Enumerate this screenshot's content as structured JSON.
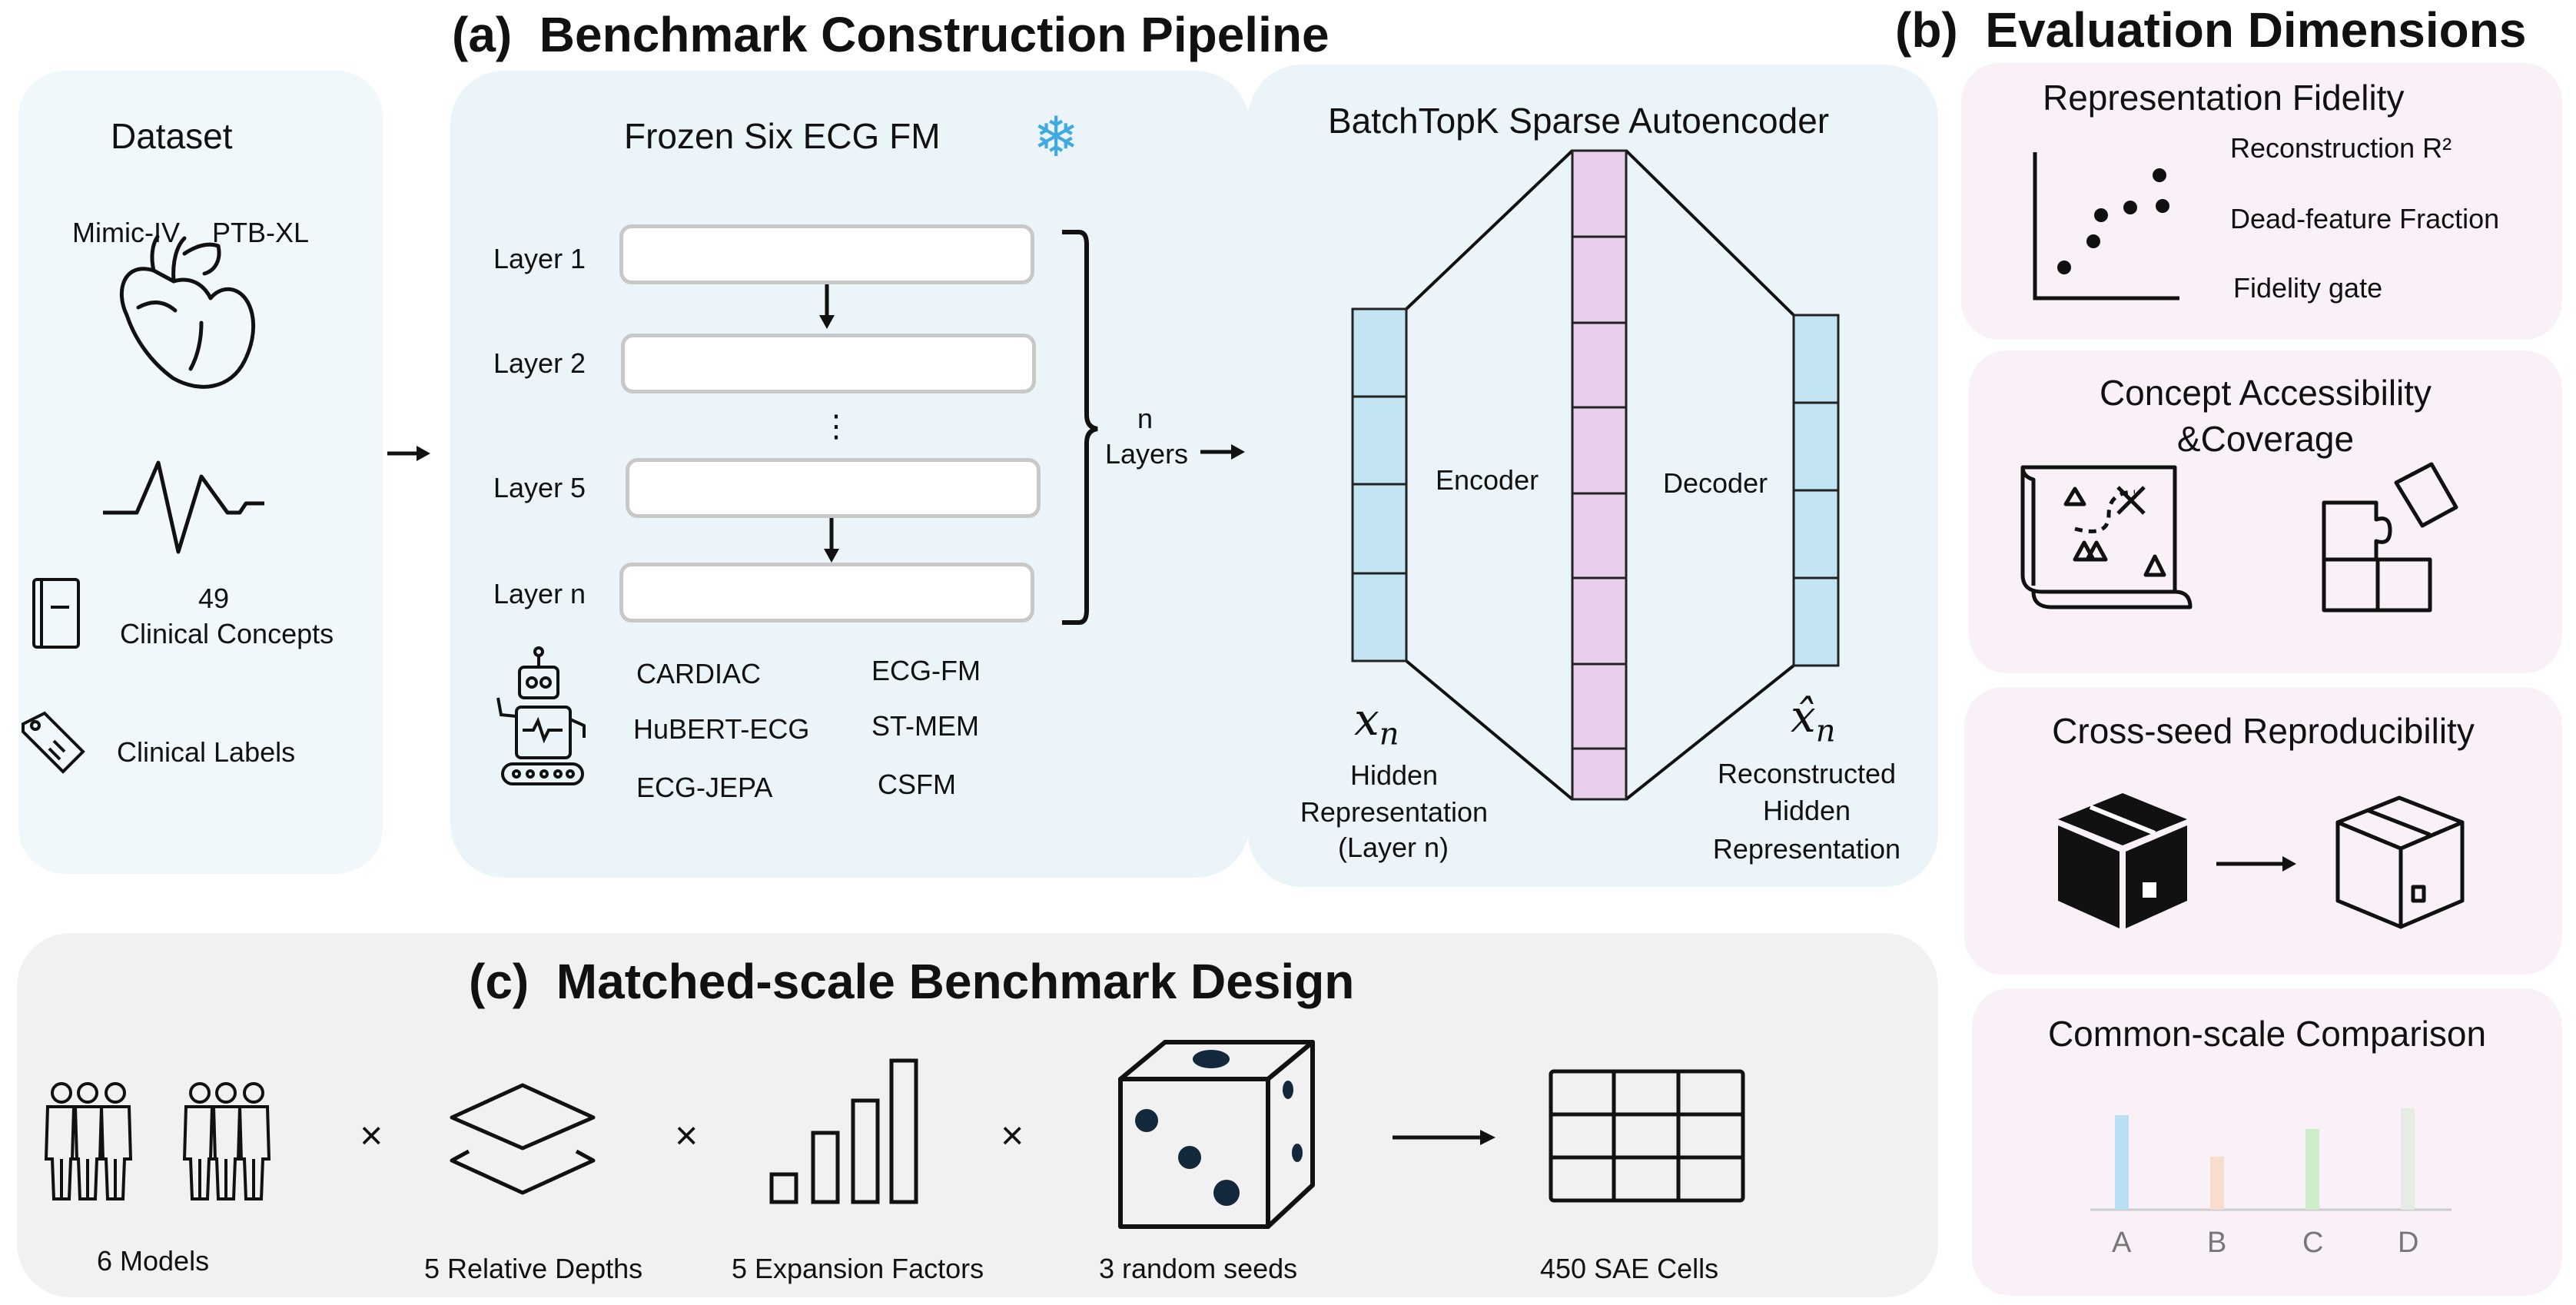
{
  "section_a": {
    "title": "(a)  Benchmark Construction Pipeline",
    "dataset": {
      "title": "Dataset",
      "sources": [
        "Mimic-IV",
        "PTB-XL"
      ],
      "concepts_count": "49",
      "concepts_label": "Clinical Concepts",
      "labels": "Clinical Labels"
    },
    "fm": {
      "title": "Frozen Six ECG FM",
      "layers": [
        "Layer 1",
        "Layer 2",
        "Layer 5",
        "Layer n"
      ],
      "ellipsis": "⋮",
      "n_layers_line1": "n",
      "n_layers_line2": "Layers",
      "models": [
        "CARDIAC",
        "ECG-FM",
        "HuBERT-ECG",
        "ST-MEM",
        "ECG-JEPA",
        "CSFM"
      ]
    },
    "sae": {
      "title": "BatchTopK Sparse Autoencoder",
      "encoder": "Encoder",
      "decoder": "Decoder",
      "input_symbol": "x",
      "input_sub": "n",
      "input_label": [
        "Hidden",
        "Representation",
        "(Layer n)"
      ],
      "output_symbol": "x̂",
      "output_sub": "n",
      "output_label": [
        "Reconstructed",
        "Hidden",
        "Representation"
      ]
    }
  },
  "section_b": {
    "title": "(b)  Evaluation Dimensions",
    "fidelity": {
      "title": "Representation Fidelity",
      "items": [
        "Reconstruction R²",
        "Dead-feature Fraction",
        "Fidelity gate"
      ]
    },
    "concept": {
      "title_line1": "Concept Accessibility",
      "title_line2": "&Coverage"
    },
    "reproducibility": {
      "title": "Cross-seed Reproducibility"
    },
    "comparison": {
      "title": "Common-scale Comparison",
      "bars": [
        {
          "label": "A",
          "value": 0.82,
          "color": "#b9dff5"
        },
        {
          "label": "B",
          "value": 0.46,
          "color": "#f8dccc"
        },
        {
          "label": "C",
          "value": 0.7,
          "color": "#cdeec8"
        },
        {
          "label": "D",
          "value": 0.88,
          "color": "#e6ebe6"
        }
      ]
    }
  },
  "section_c": {
    "title": "(c)  Matched-scale Benchmark Design",
    "times": "×",
    "items": [
      "6 Models",
      "5 Relative Depths",
      "5 Expansion Factors",
      "3 random seeds",
      "450 SAE Cells"
    ]
  },
  "colors": {
    "panel_blue": "#eaf4f9",
    "panel_blue_light": "#f0f8fc",
    "panel_pink": "#faf0f7",
    "panel_gray": "#f1f1f1",
    "encoder_blue": "#c3e4f3",
    "latent_pink": "#e8d0ec"
  }
}
